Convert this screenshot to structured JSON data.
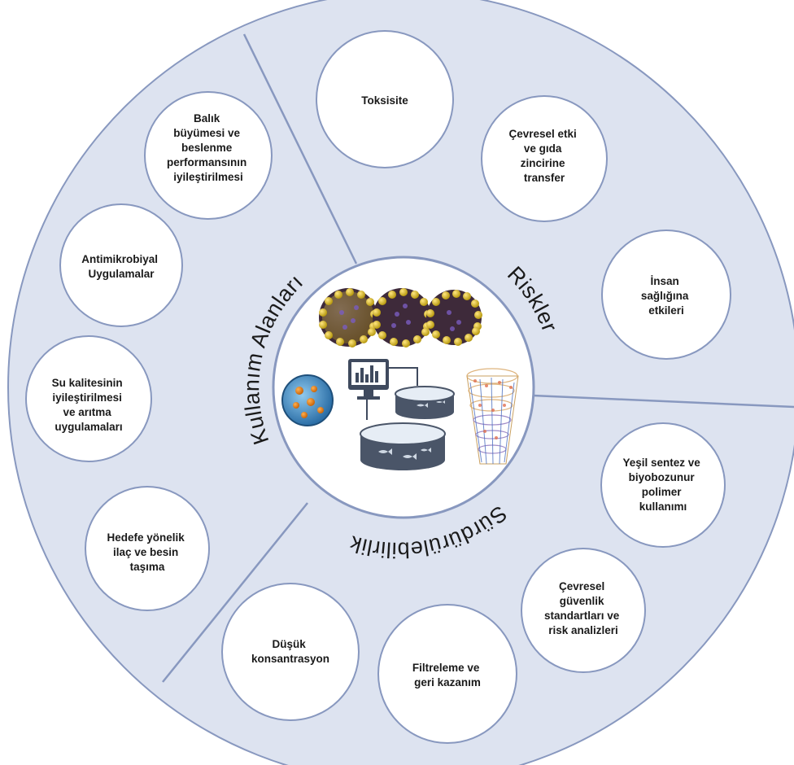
{
  "colors": {
    "outer_fill": "#dde3f0",
    "outline": "#8898bf",
    "bubble_fill": "#ffffff",
    "text": "#1a1a1a"
  },
  "sectors": {
    "kullanim": {
      "label": "Kullanım Alanları"
    },
    "riskler": {
      "label": "Riskler"
    },
    "surdurulebilirlik": {
      "label": "Sürdürülebilirlik"
    }
  },
  "bubbles": {
    "balik": {
      "lines": [
        "Balık",
        "büyümesi ve",
        "beslenme",
        "performansının",
        "iyileştirilmesi"
      ]
    },
    "antimikrobiyal": {
      "lines": [
        "Antimikrobiyal",
        "Uygulamalar"
      ]
    },
    "su_kalitesi": {
      "lines": [
        "Su kalitesinin",
        "iyileştirilmesi",
        "ve arıtma",
        "uygulamaları"
      ]
    },
    "hedefe": {
      "lines": [
        "Hedefe yönelik",
        "ilaç ve besin",
        "taşıma"
      ]
    },
    "toksisite": {
      "lines": [
        "Toksisite"
      ]
    },
    "cevresel_etki": {
      "lines": [
        "Çevresel etki",
        "ve gıda",
        "zincirine",
        "transfer"
      ]
    },
    "insan": {
      "lines": [
        "İnsan",
        "sağlığına",
        "etkileri"
      ]
    },
    "yesil": {
      "lines": [
        "Yeşil sentez ve",
        "biyobozunur",
        "polimer",
        "kullanımı"
      ]
    },
    "cevresel_guvenlik": {
      "lines": [
        "Çevresel",
        "güvenlik",
        "standartları ve",
        "risk analizleri"
      ]
    },
    "filtreleme": {
      "lines": [
        "Filtreleme ve",
        "geri kazanım"
      ]
    },
    "dusuk": {
      "lines": [
        "Düşük",
        "konsantrasyon"
      ]
    }
  },
  "center_icons": [
    "nanoparticle-sphere-icon",
    "nanoparticle-sphere-icon",
    "nanoparticle-sphere-icon",
    "nanocapsule-icon",
    "monitor-chart-icon",
    "fish-tank-icon",
    "fish-tank-icon",
    "nanotube-icon"
  ]
}
